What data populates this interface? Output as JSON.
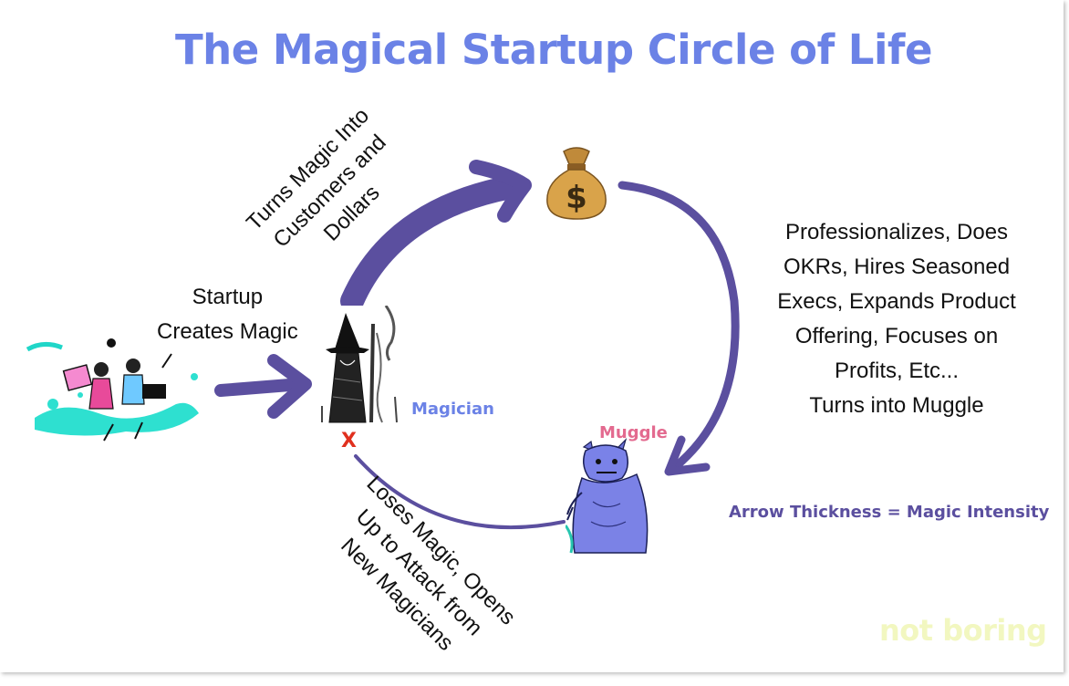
{
  "title": "The Magical Startup Circle of Life",
  "labels": {
    "startup": "Startup\nCreates Magic",
    "turns_magic": "Turns Magic Into\nCustomers and\nDollars",
    "professionalizes": "Professionalizes, Does\nOKRs, Hires Seasoned\nExecs, Expands Product\nOffering, Focuses on\nProfits, Etc...\nTurns into Muggle",
    "loses_magic": "Loses Magic, Opens\nUp to Attack from\nNew Magicians",
    "magician": "Magician",
    "muggle": "Muggle",
    "legend": "Arrow Thickness = Magic Intensity",
    "x_mark": "X",
    "brand": "not boring"
  },
  "icons": {
    "money_bag": "money-bag-icon",
    "startup_image": "startup-riders-illustration",
    "magician_image": "wizard-illustration",
    "muggle_image": "monster-illustration"
  },
  "colors": {
    "title": "#6b82e6",
    "arrow": "#5b4f9f",
    "magician_label": "#6b82e6",
    "muggle_label": "#e36a8f",
    "legend": "#5b4f9f",
    "x_mark": "#e0301e",
    "brand": "#f2f7c0"
  }
}
